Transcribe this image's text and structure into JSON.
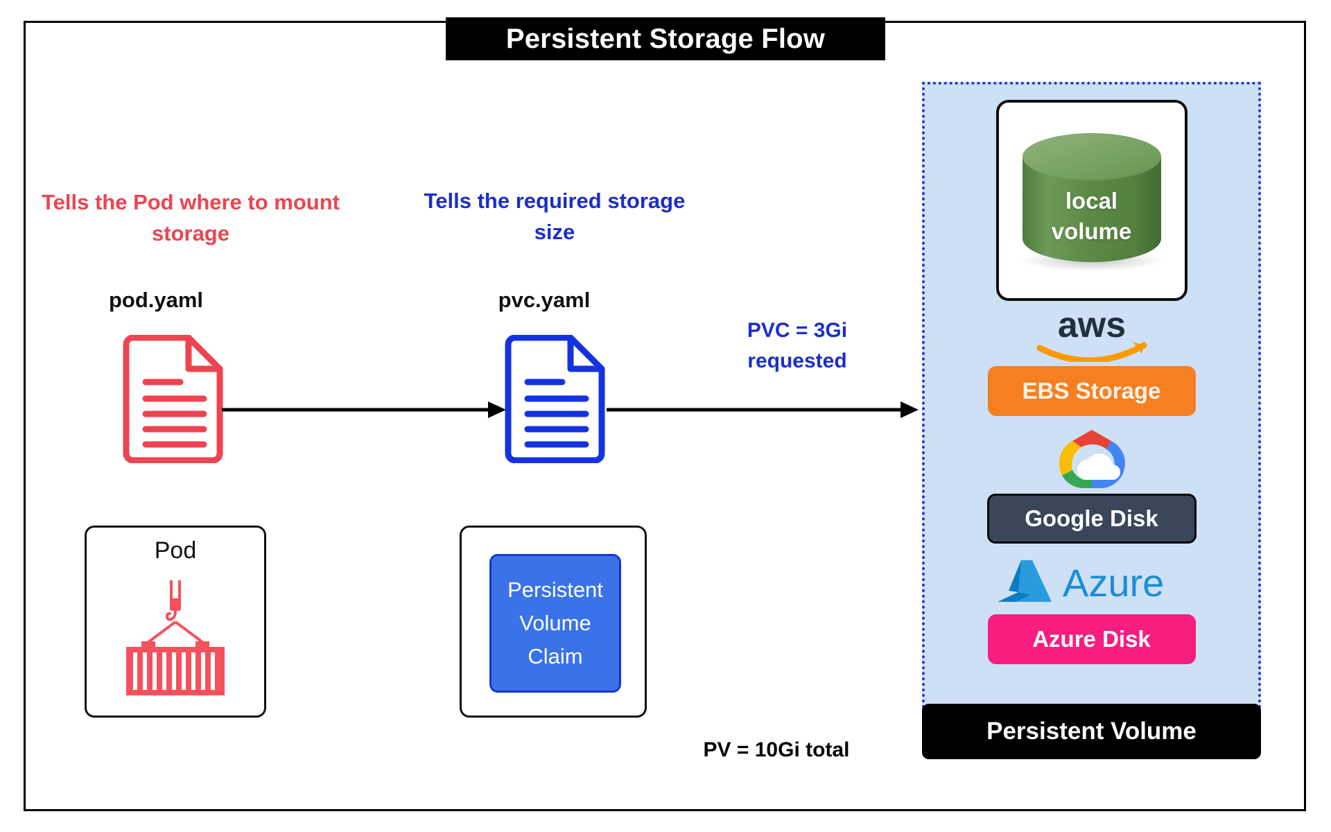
{
  "title": "Persistent Storage Flow",
  "annotations": {
    "pod_note": "Tells the Pod where to mount storage",
    "pvc_note": "Tells the required storage size",
    "pvc_request": "PVC = 3Gi requested",
    "pv_total": "PV = 10Gi total"
  },
  "files": {
    "pod_yaml": "pod.yaml",
    "pvc_yaml": "pvc.yaml"
  },
  "cards": {
    "pod_label": "Pod",
    "pvc_label_line1": "Persistent",
    "pvc_label_line2": "Volume",
    "pvc_label_line3": "Claim"
  },
  "providers": {
    "local_volume_line1": "local",
    "local_volume_line2": "volume",
    "aws_logo_text": "aws",
    "ebs_label": "EBS Storage",
    "gcp_logo_name": "google-cloud-logo",
    "google_disk_label": "Google Disk",
    "azure_logo_text": "Azure",
    "azure_disk_label": "Azure Disk",
    "persistent_volume_label": "Persistent Volume"
  },
  "colors": {
    "red": "#EE4350",
    "blue": "#1A2ECB",
    "pvc_blue_fill": "#3B72E8",
    "panel_bg": "#CEE0F5",
    "panel_border": "#1A39CC",
    "ebs_orange": "#F67F21",
    "google_slate": "#3A4659",
    "azure_pink": "#F71E7F",
    "cylinder_green": "#5E8C49",
    "black": "#000000"
  },
  "icons": {
    "pod_doc": "document-icon",
    "pvc_doc": "document-icon",
    "container": "shipping-container-icon",
    "cylinder": "database-cylinder-icon",
    "arrow1": "arrow-right-icon",
    "arrow2": "arrow-right-icon"
  }
}
